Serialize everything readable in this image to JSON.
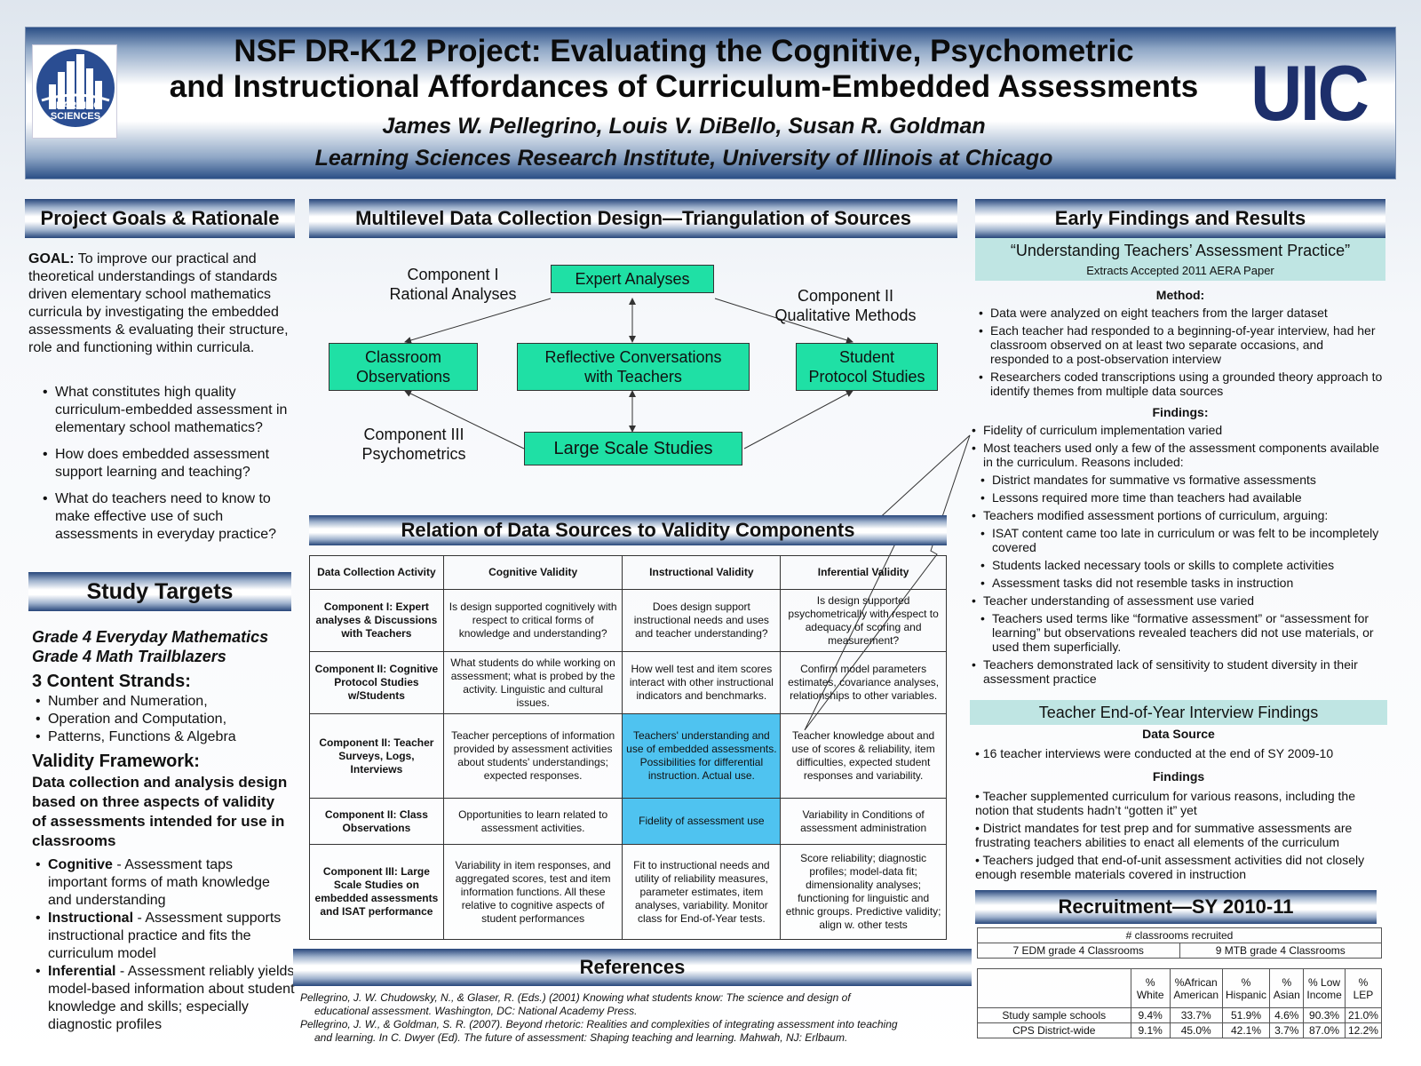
{
  "header": {
    "title_line1": "NSF DR-K12 Project: Evaluating the Cognitive, Psychometric",
    "title_line2": "and Instructional Affordances of Curriculum-Embedded Assessments",
    "authors": "James W. Pellegrino, Louis V. DiBello, Susan R. Goldman",
    "institution": "Learning Sciences Research Institute, University of Illinois at Chicago",
    "logo_left_text": "LEARNING SCIENCES",
    "logo_right_text": "UIC"
  },
  "goals": {
    "heading": "Project Goals & Rationale",
    "goal_label": "GOAL:",
    "goal_text": " To improve our practical and theoretical understandings of standards driven elementary school mathematics curricula by investigating the embedded assessments & evaluating their structure, role and functioning within curricula.",
    "questions": [
      "What constitutes high quality curriculum-embedded assessment in elementary school mathematics?",
      "How does embedded assessment support learning and teaching?",
      "What do teachers need to know to make effective use of such assessments in everyday practice?"
    ]
  },
  "targets": {
    "heading": "Study Targets",
    "curricula": [
      "Grade 4 Everyday Mathematics",
      "Grade 4 Math Trailblazers"
    ],
    "strands_heading": "3 Content Strands:",
    "strands": [
      "Number and Numeration,",
      "Operation and Computation,",
      "Patterns, Functions & Algebra"
    ],
    "validity_heading": "Validity Framework:",
    "validity_desc": "Data collection and analysis design based on three aspects of validity of assessments intended for use in classrooms",
    "aspects": [
      {
        "term": "Cognitive",
        "desc": " - Assessment taps important forms of math knowledge and understanding"
      },
      {
        "term": "Instructional",
        "desc": " - Assessment supports instructional practice and fits the curriculum model"
      },
      {
        "term": "Inferential",
        "desc": " - Assessment reliably yields model-based information about student knowledge and skills; especially diagnostic profiles"
      }
    ]
  },
  "design": {
    "heading": "Multilevel Data Collection Design—Triangulation of Sources",
    "comp1": [
      "Component I",
      "Rational Analyses"
    ],
    "comp2": [
      "Component II",
      "Qualitative Methods"
    ],
    "comp3": [
      "Component III",
      "Psychometrics"
    ],
    "boxes": {
      "expert": "Expert Analyses",
      "classroom": [
        "Classroom",
        "Observations"
      ],
      "reflective": [
        "Reflective Conversations",
        "with Teachers"
      ],
      "student": [
        "Student",
        "Protocol Studies"
      ],
      "large": "Large Scale Studies"
    }
  },
  "relation": {
    "heading": "Relation of Data Sources to Validity Components",
    "columns": [
      "Data Collection Activity",
      "Cognitive Validity",
      "Instructional Validity",
      "Inferential Validity"
    ],
    "rows": [
      {
        "activity": "Component I: Expert analyses & Discussions with Teachers",
        "cells": [
          "Is design supported cognitively with respect to critical forms of knowledge and understanding?",
          "Does design support instructional needs and uses and teacher understanding?",
          "Is design supported psychometrically with respect to adequacy of scoring and measurement?"
        ]
      },
      {
        "activity": "Component II: Cognitive Protocol Studies w/Students",
        "cells": [
          "What students do while working on assessment; what is probed by the activity. Linguistic and cultural issues.",
          "How well test and item scores interact with other instructional indicators and benchmarks.",
          "Confirm model parameters estimates, covariance analyses, relationships to other variables."
        ]
      },
      {
        "activity": "Component II: Teacher Surveys, Logs, Interviews",
        "cells": [
          "Teacher perceptions of information provided by assessment activities about students' understandings; expected responses.",
          "Teachers' understanding and use of embedded assessments. Possibilities for differential instruction. Actual use.",
          "Teacher knowledge about and use of scores & reliability, item difficulties, expected student responses and variability."
        ]
      },
      {
        "activity": "Component II: Class Observations",
        "cells": [
          "Opportunities to learn  related to assessment activities.",
          "Fidelity of assessment use",
          "Variability in Conditions of assessment administration"
        ]
      },
      {
        "activity": "Component III: Large Scale Studies on embedded assessments and ISAT performance",
        "cells": [
          "Variability in item responses, and aggregated scores, test and item information functions. All these relative to cognitive aspects of student performances",
          "Fit to instructional needs and utility of reliability measures, parameter estimates, item analyses, variability. Monitor class for End-of-Year tests.",
          "Score reliability; diagnostic profiles; model-data fit; dimensionality analyses; functioning for linguistic and ethnic groups. Predictive validity; align w. other tests"
        ]
      }
    ]
  },
  "references": {
    "heading": "References",
    "items": [
      {
        "line1": "Pellegrino, J. W. Chudowsky, N., & Glaser, R. (Eds.) (2001)  Knowing what students know:  The science and design of",
        "line2": "educational assessment. Washington, DC:  National Academy Press."
      },
      {
        "line1": "Pellegrino, J. W., & Goldman, S. R. (2007). Beyond rhetoric: Realities and complexities of integrating assessment into teaching",
        "line2": "and learning. In C. Dwyer (Ed).  The future of assessment: Shaping teaching and learning. Mahwah, NJ: Erlbaum."
      }
    ]
  },
  "findings": {
    "heading": "Early Findings and Results",
    "paper_title": "“Understanding Teachers’ Assessment Practice”",
    "paper_sub": "Extracts Accepted 2011 AERA Paper",
    "method_label": "Method:",
    "method": [
      "Data were analyzed on eight teachers from the larger dataset",
      "Each teacher had responded to a beginning-of-year interview, had her classroom observed on at least two separate occasions, and responded to a post-observation interview",
      "Researchers coded transcriptions using a grounded theory approach to identify themes from multiple data sources"
    ],
    "findings_label": "Findings:",
    "items": [
      {
        "text": "Fidelity of curriculum implementation varied",
        "sub": false
      },
      {
        "text": "Most teachers used only a few of the assessment components available in the curriculum.  Reasons included:",
        "sub": false
      },
      {
        "text": "District mandates for summative vs formative assessments",
        "sub": true
      },
      {
        "text": "Lessons required more time than teachers had available",
        "sub": true
      },
      {
        "text": "Teachers modified assessment portions of curriculum, arguing:",
        "sub": false
      },
      {
        "text": "ISAT content came too late in curriculum or was felt to be incompletely covered",
        "sub": true
      },
      {
        "text": "Students lacked necessary tools or skills to complete activities",
        "sub": true
      },
      {
        "text": "Assessment tasks did not resemble tasks in instruction",
        "sub": true
      },
      {
        "text": "Teacher understanding of assessment use varied",
        "sub": false
      },
      {
        "text": "Teachers used terms like “formative assessment” or “assessment for learning” but observations revealed  teachers did not use materials, or used them superficially.",
        "sub": true
      },
      {
        "text": "Teachers demonstrated lack of sensitivity to student diversity in their assessment practice",
        "sub": false
      }
    ]
  },
  "eoy": {
    "heading": "Teacher End-of-Year Interview Findings",
    "source_label": "Data Source",
    "source": "16 teacher interviews were conducted at the end of SY 2009-10",
    "findings_label": "Findings",
    "items": [
      "Teacher supplemented curriculum for various reasons, including the notion that students hadn’t “gotten it” yet",
      "District mandates for test prep and for summative assessments are frustrating teachers abilities to enact all elements of the curriculum",
      "Teachers judged that end-of-unit assessment activities did not closely enough resemble materials covered in instruction"
    ]
  },
  "recruitment": {
    "heading": "Recruitment—SY 2010-11",
    "table1_header": "# classrooms recruited",
    "table1_cells": [
      "7 EDM grade 4 Classrooms",
      "9 MTB grade 4 Classrooms"
    ],
    "columns": [
      [
        "%",
        "White"
      ],
      [
        "%African",
        "American"
      ],
      [
        "%",
        "Hispanic"
      ],
      [
        "%",
        "Asian"
      ],
      [
        "% Low",
        "Income"
      ],
      [
        "%",
        "LEP"
      ]
    ],
    "rows": [
      {
        "label": "Study sample schools",
        "values": [
          "9.4%",
          "33.7%",
          "51.9%",
          "4.6%",
          "90.3%",
          "21.0%"
        ]
      },
      {
        "label": "CPS District-wide",
        "values": [
          "9.1%",
          "45.0%",
          "42.1%",
          "3.7%",
          "87.0%",
          "12.2%"
        ]
      }
    ]
  }
}
